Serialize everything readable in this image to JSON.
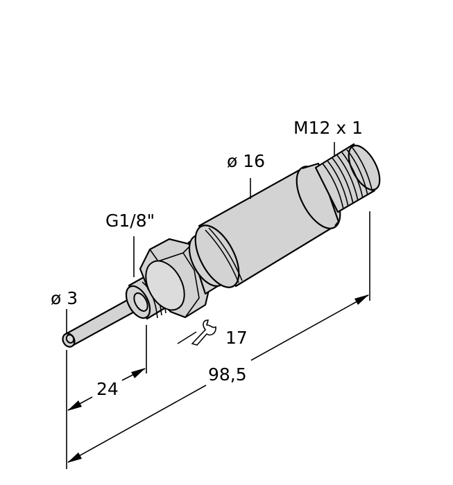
{
  "drawing": {
    "subject": "temperature sensor dimension drawing",
    "fill_color": "#d3d3d3",
    "line_color": "#000000",
    "background": "#ffffff"
  },
  "labels": {
    "connector_thread": "M12 x 1",
    "housing_diameter": "ø 16",
    "process_thread": "G1/8\"",
    "probe_diameter": "ø 3",
    "wrench_size": "17",
    "probe_length": "24",
    "total_length": "98,5"
  },
  "icons": {
    "wrench": "wrench-icon"
  }
}
